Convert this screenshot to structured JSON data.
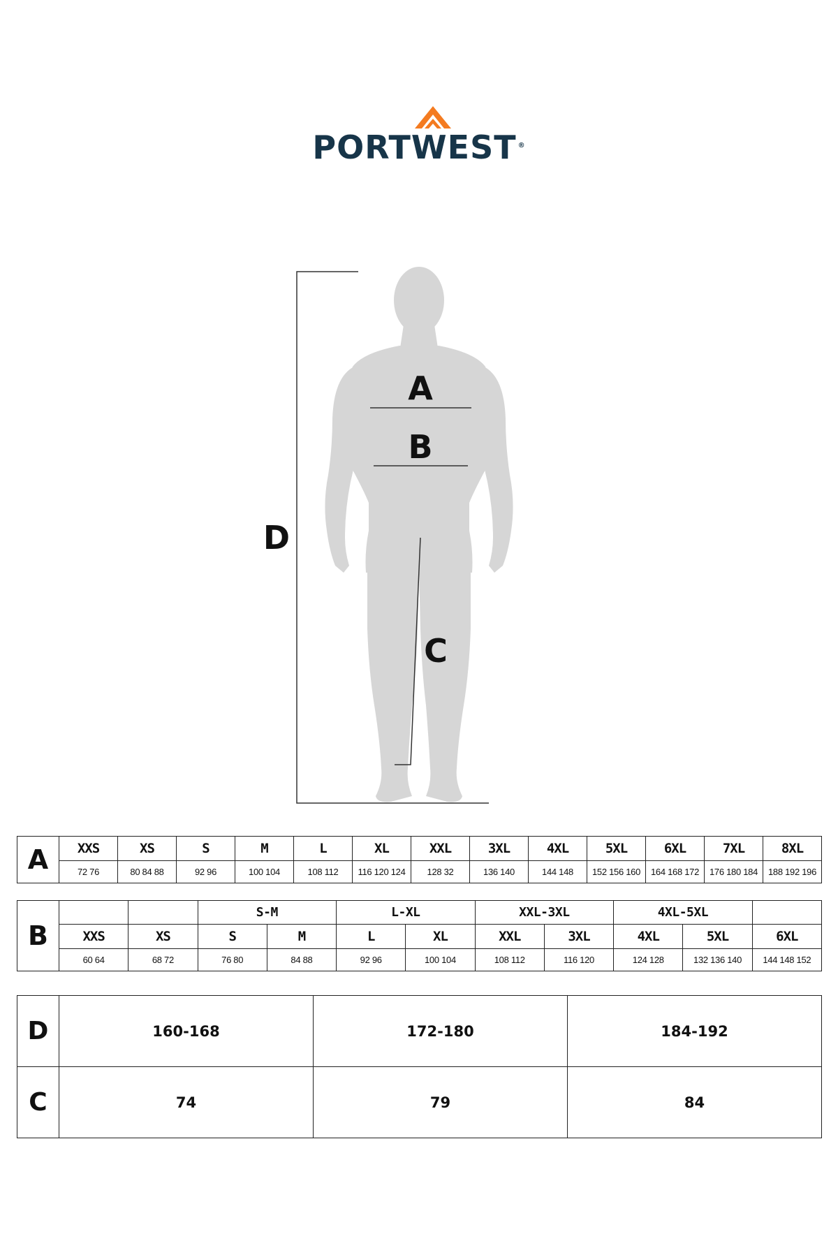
{
  "brand": {
    "name": "PORTWEST",
    "registered": "®",
    "colors": {
      "text": "#173549",
      "mark": "#F47B20"
    }
  },
  "figure": {
    "labels": {
      "a": "A",
      "b": "B",
      "c": "C",
      "d": "D"
    },
    "silhouette_color": "#D6D6D6"
  },
  "table_a": {
    "label": "A",
    "sizes": [
      "XXS",
      "XS",
      "S",
      "M",
      "L",
      "XL",
      "XXL",
      "3XL",
      "4XL",
      "5XL",
      "6XL",
      "7XL",
      "8XL"
    ],
    "values": [
      "72 76",
      "80  84  88",
      "92  96",
      "100 104",
      "108  112",
      "116 120 124",
      "128  32",
      "136 140",
      "144 148",
      "152 156 160",
      "164 168 172",
      "176 180 184",
      "188 192 196"
    ]
  },
  "table_b": {
    "label": "B",
    "groups": [
      "S-M",
      "L-XL",
      "XXL-3XL",
      "4XL-5XL"
    ],
    "sizes": [
      "XXS",
      "XS",
      "S",
      "M",
      "L",
      "XL",
      "XXL",
      "3XL",
      "4XL",
      "5XL",
      "6XL"
    ],
    "values": [
      "60  64",
      "68  72",
      "76  80",
      "84  88",
      "92  96",
      "100  104",
      "108  112",
      "116  120",
      "124  128",
      "132 136 140",
      "144 148 152"
    ]
  },
  "table_dc": {
    "rows": [
      {
        "label": "D",
        "values": [
          "160-168",
          "172-180",
          "184-192"
        ]
      },
      {
        "label": "C",
        "values": [
          "74",
          "79",
          "84"
        ]
      }
    ]
  }
}
